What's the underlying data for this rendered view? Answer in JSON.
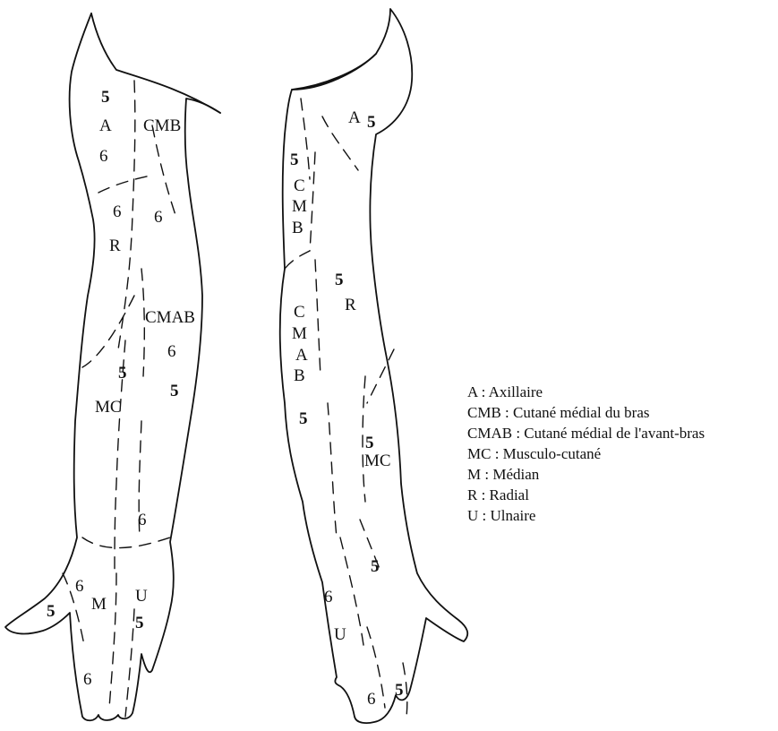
{
  "anterior_view": {
    "labels": {
      "a": "A",
      "cmb": "CMB",
      "r": "R",
      "cmab": "CMAB",
      "mc": "MC",
      "m": "M",
      "u": "U"
    },
    "roots": {
      "five": "5",
      "six": "6"
    }
  },
  "posterior_view": {
    "labels": {
      "a": "A",
      "cmb_c": "C",
      "cmb_m": "M",
      "cmb_b": "B",
      "r": "R",
      "cmab_c": "C",
      "cmab_m": "M",
      "cmab_a": "A",
      "cmab_b": "B",
      "mc": "MC",
      "u": "U"
    },
    "roots": {
      "five": "5",
      "six": "6"
    }
  },
  "legend": [
    "A : Axillaire",
    "CMB : Cutané médial du bras",
    "CMAB : Cutané médial de l'avant-bras",
    "MC : Musculo-cutané",
    "M : Médian",
    "R : Radial",
    "U : Ulnaire"
  ]
}
